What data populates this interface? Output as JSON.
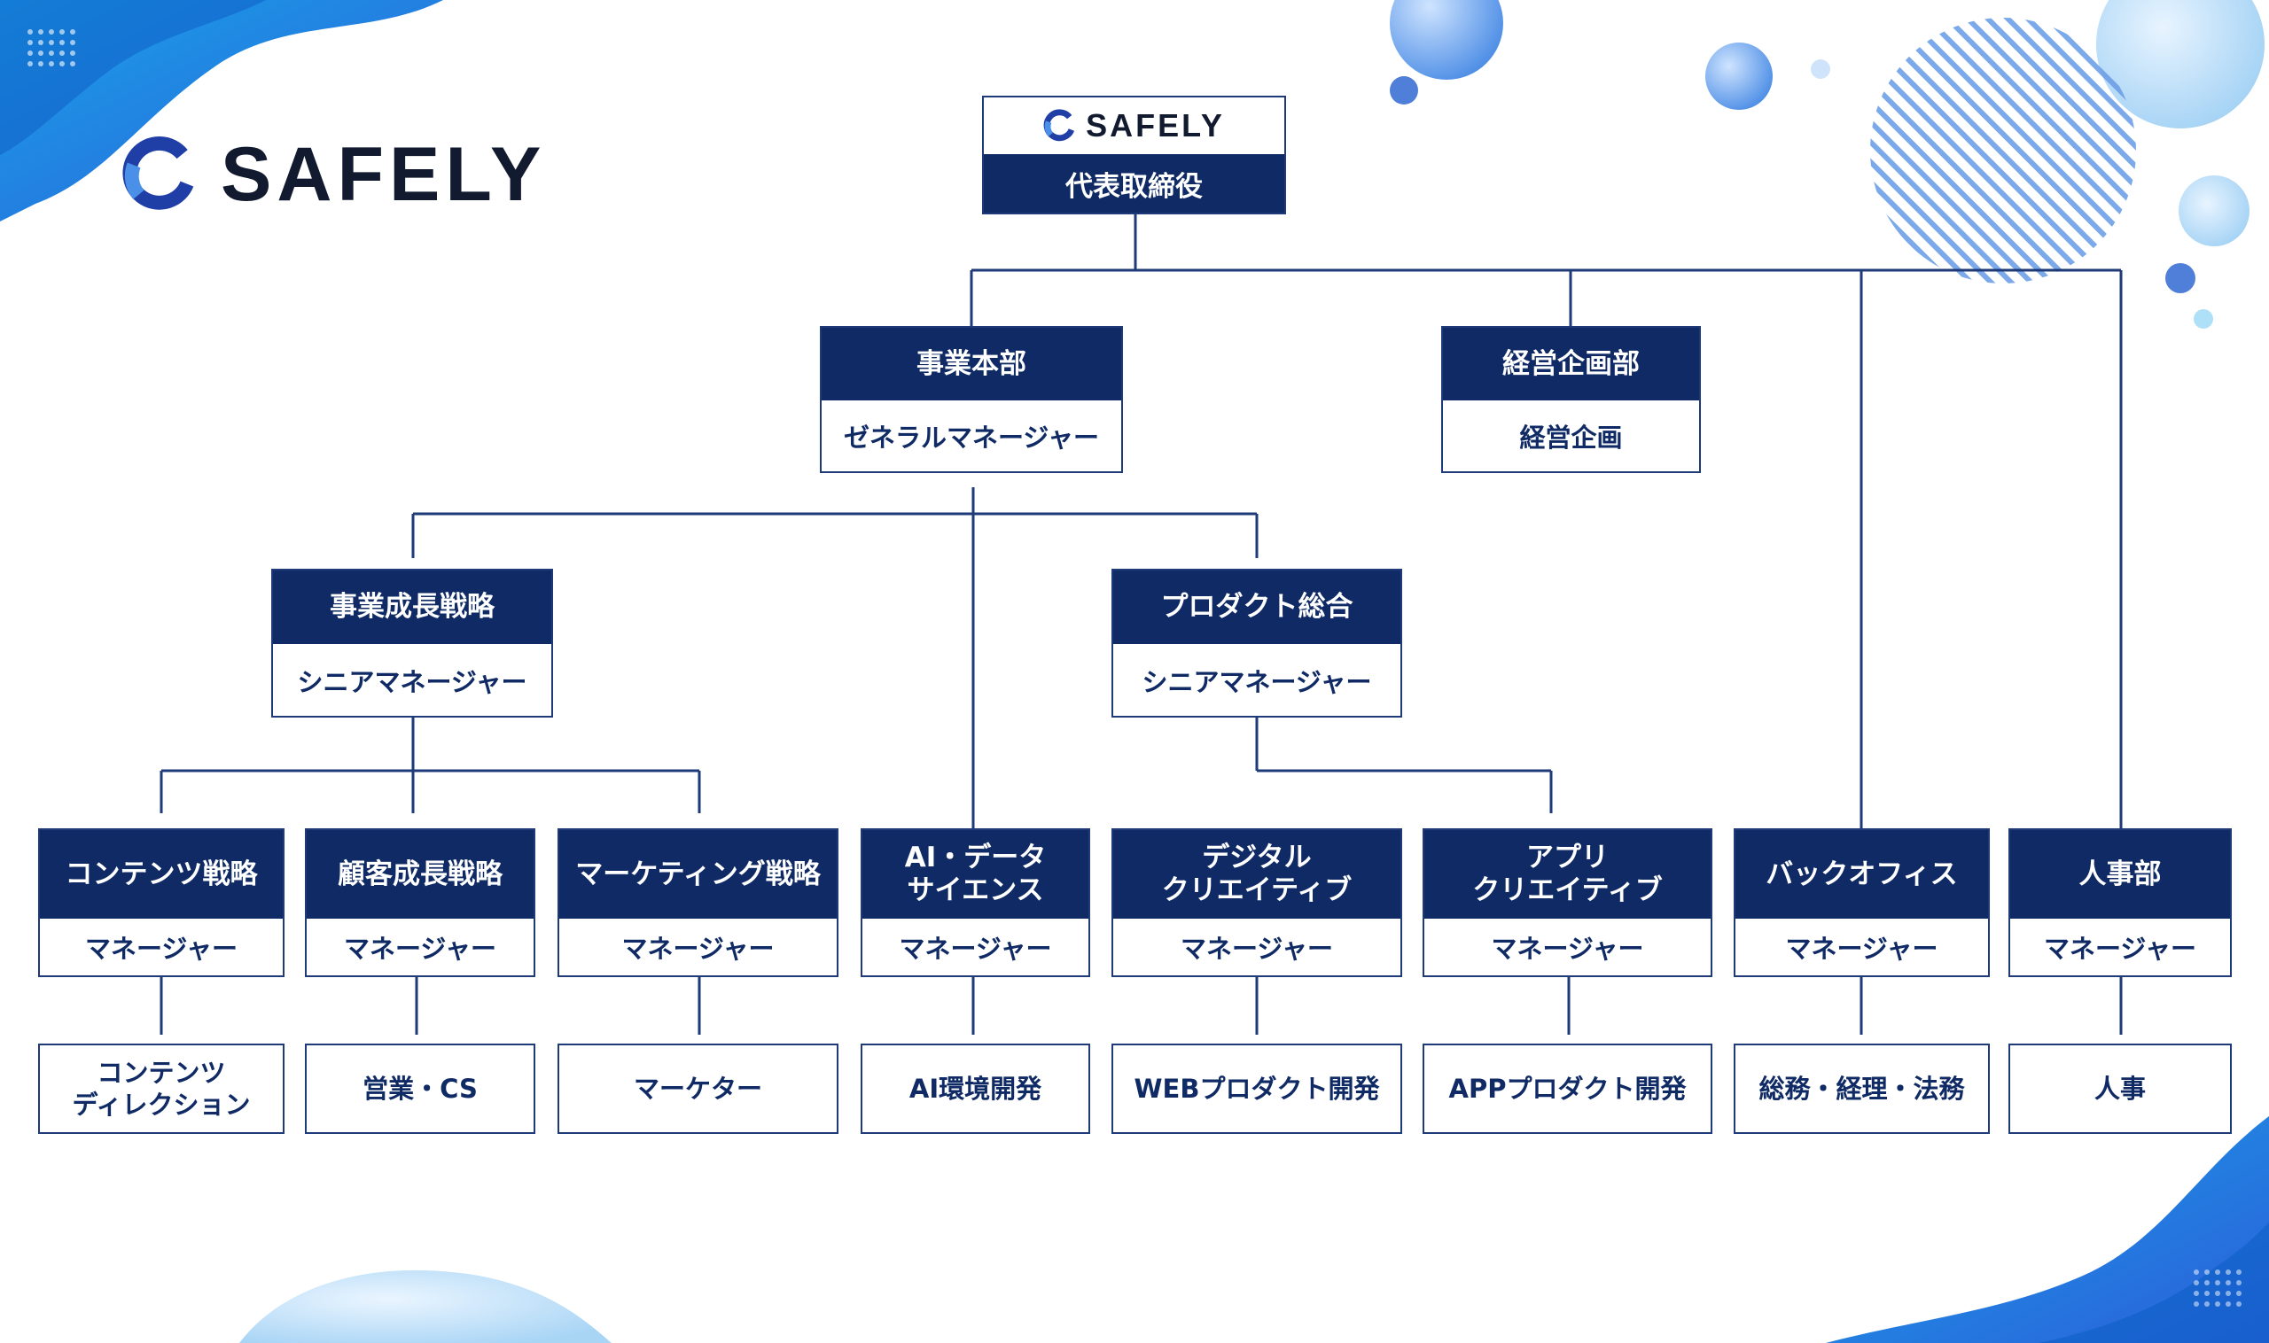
{
  "brand": {
    "name": "SAFELY",
    "color": "#111a2e",
    "accent": "#1f3fa6"
  },
  "colors": {
    "header_fill": "#0f2a64",
    "border": "#1e3a78",
    "line": "#1e3a78",
    "decor_blue": "#2f7fe0"
  },
  "org": {
    "ceo": {
      "logo_text": "SAFELY",
      "title": "代表取締役"
    },
    "business": {
      "title": "事業本部",
      "role": "ゼネラルマネージャー"
    },
    "planning": {
      "title": "経営企画部",
      "role": "経営企画"
    },
    "growth": {
      "title": "事業成長戦略",
      "role": "シニアマネージャー"
    },
    "product": {
      "title": "プロダクト総合",
      "role": "シニアマネージャー"
    },
    "depts": [
      {
        "title": "コンテンツ戦略",
        "role": "マネージャー",
        "team": "コンテンツ\nディレクション"
      },
      {
        "title": "顧客成長戦略",
        "role": "マネージャー",
        "team": "営業・CS"
      },
      {
        "title": "マーケティング戦略",
        "role": "マネージャー",
        "team": "マーケター"
      },
      {
        "title": "AI・データ\nサイエンス",
        "role": "マネージャー",
        "team": "AI環境開発"
      },
      {
        "title": "デジタル\nクリエイティブ",
        "role": "マネージャー",
        "team": "WEBプロダクト開発"
      },
      {
        "title": "アプリ\nクリエイティブ",
        "role": "マネージャー",
        "team": "APPプロダクト開発"
      },
      {
        "title": "バックオフィス",
        "role": "マネージャー",
        "team": "総務・経理・法務"
      },
      {
        "title": "人事部",
        "role": "マネージャー",
        "team": "人事"
      }
    ]
  }
}
